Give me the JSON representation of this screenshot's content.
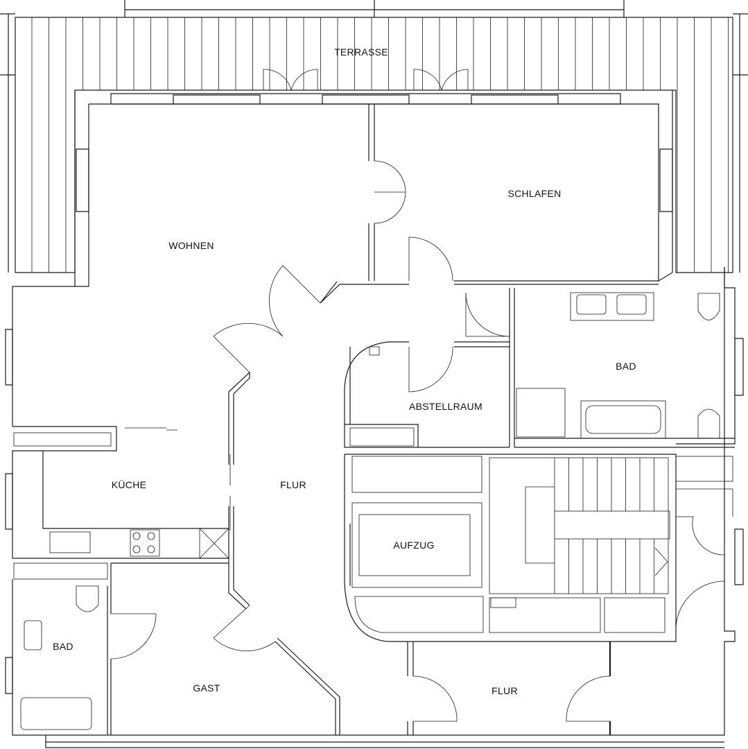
{
  "plan": {
    "rooms": {
      "terrasse": "TERRASSE",
      "wohnen": "WOHNEN",
      "schlafen": "SCHLAFEN",
      "bad_top": "BAD",
      "abstellraum": "ABSTELLRAUM",
      "kueche": "KÜCHE",
      "flur_main": "FLUR",
      "aufzug": "AUFZUG",
      "bad_bottom": "BAD",
      "gast": "GAST",
      "flur_stair": "FLUR"
    }
  }
}
